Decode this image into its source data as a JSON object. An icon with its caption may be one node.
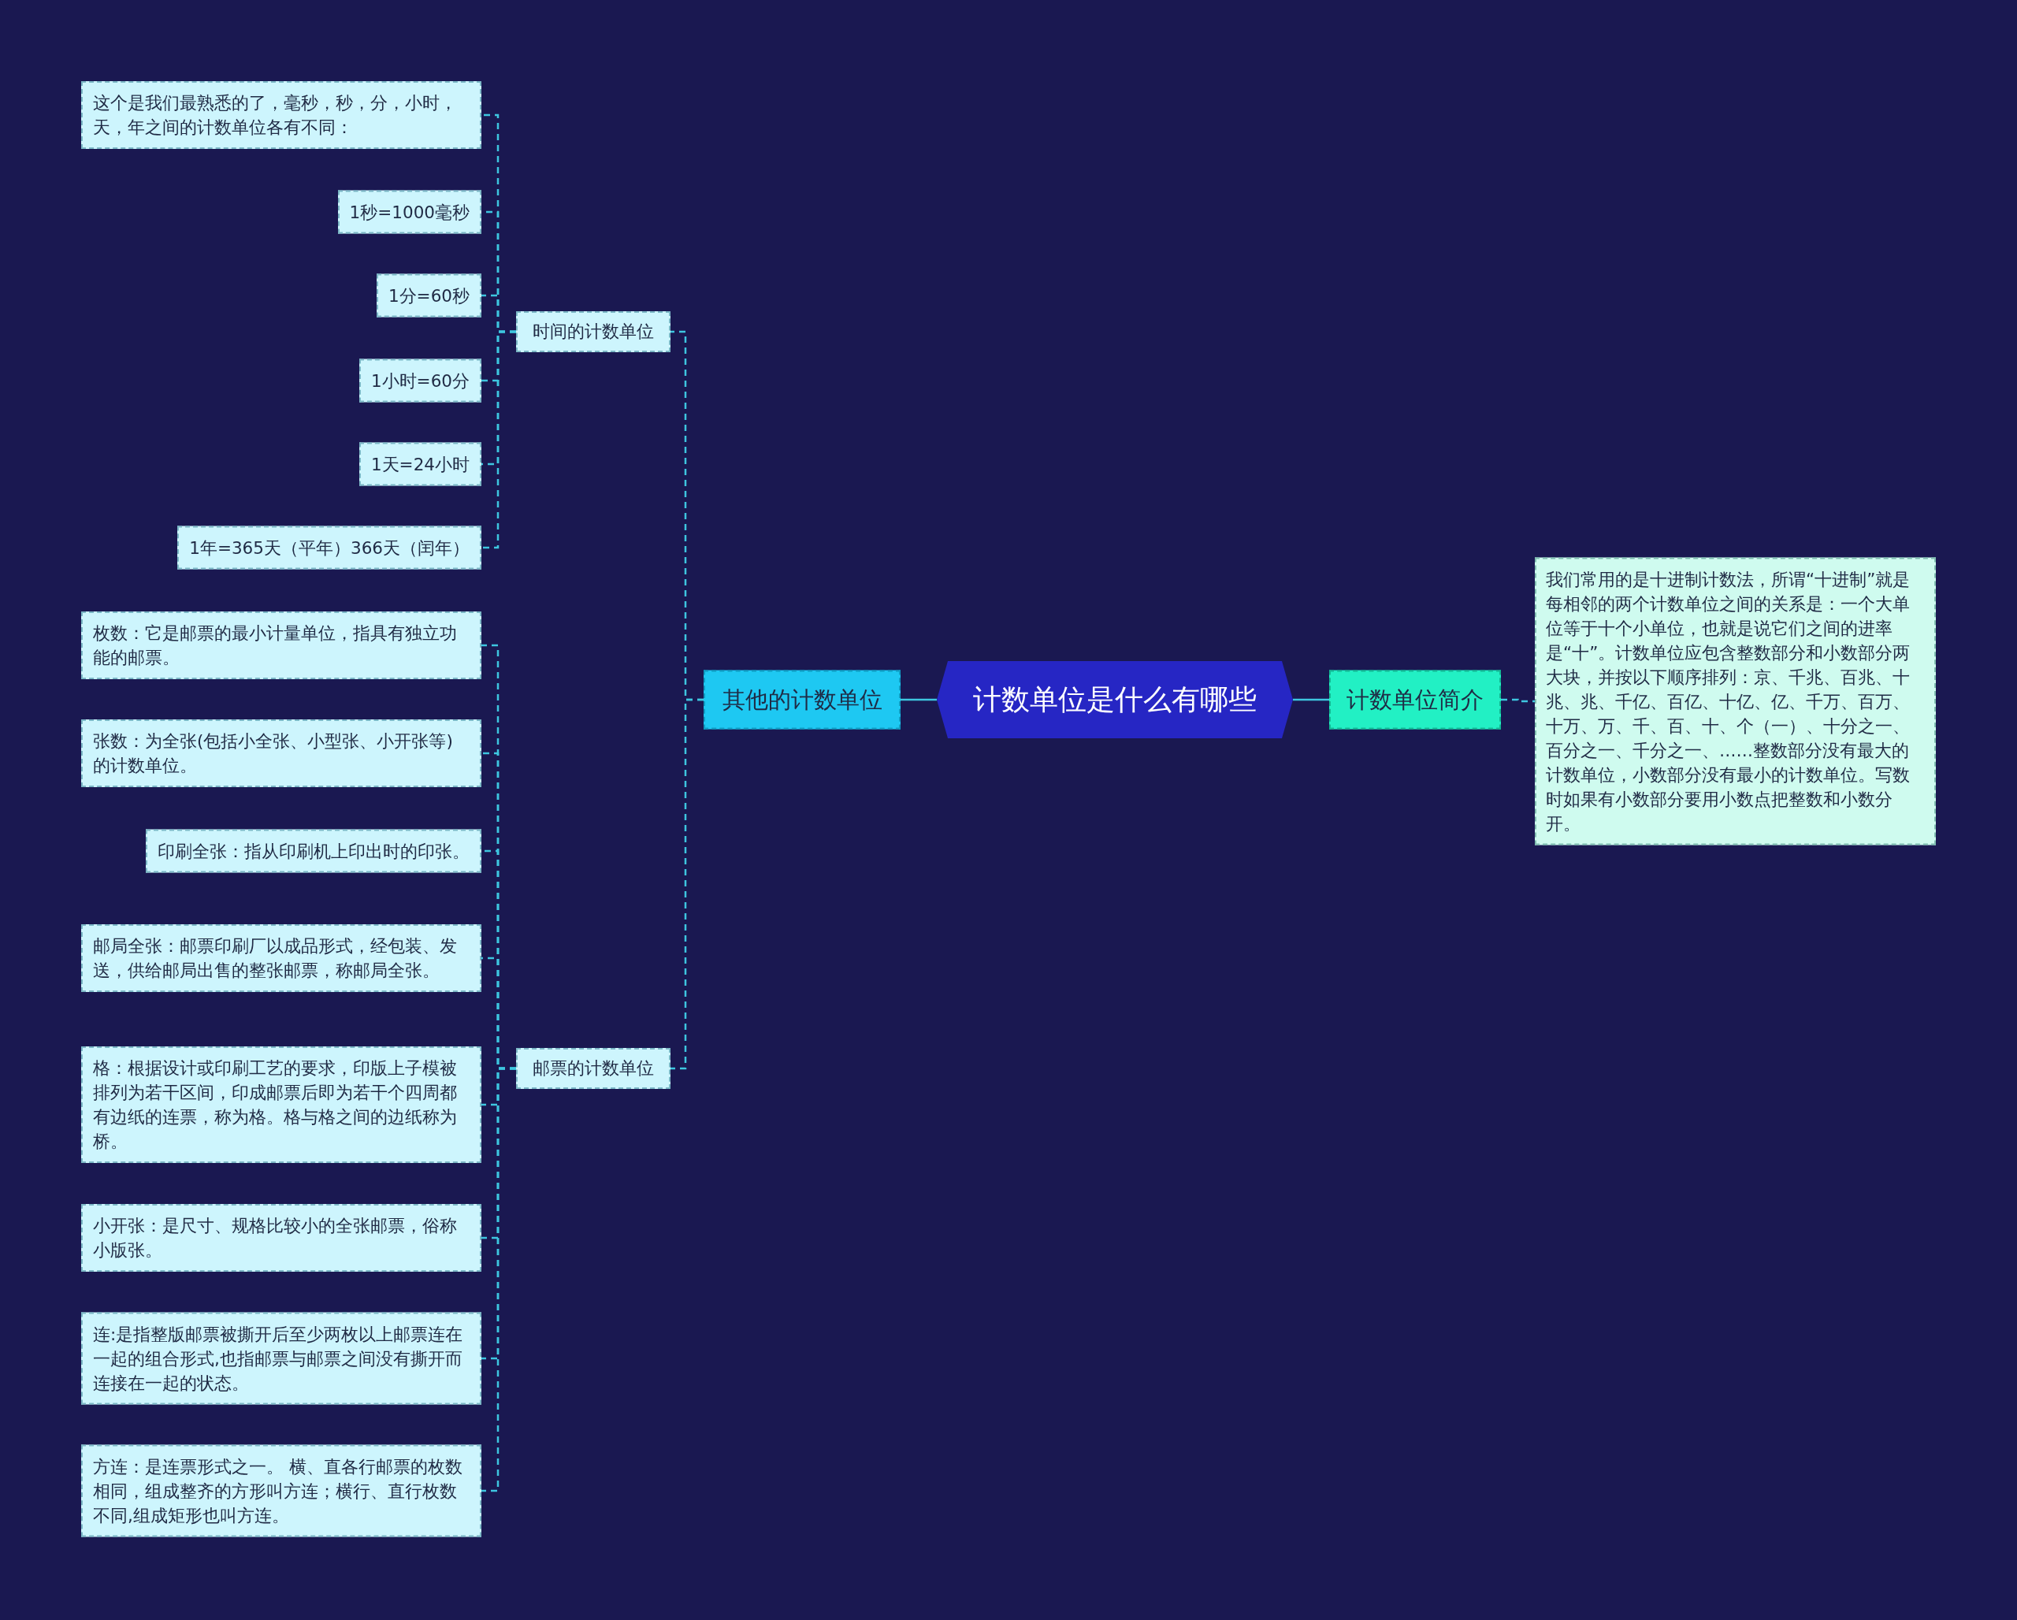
{
  "diagram": {
    "nodes": [
      {
        "text": [
          "计数单位是什么有哪些"
        ]
      },
      {
        "text": [
          "其他的计数单位"
        ]
      },
      {
        "text": [
          "计数单位简介"
        ]
      },
      {
        "text": [
          "我们常用的是十进制计数法，所谓“十进制”就是每相邻的两个计数单位之间的关系是：一个大单位等于十个小单位，也就是说它们之间的进率是“十”。计数单位应包含整数部分和小数部分两大块，并按以下顺序排列：京、千兆、百兆、十兆、兆、千亿、百亿、十亿、亿、千万、百万、十万、万、千、百、十、个（一）、十分之一、百分之一、千分之一、……整数部分没有最大的计数单位，小数部分没有最小的计数单位。写数时如果有小数部分要用小数点把整数和小数分开。"
        ]
      },
      {
        "text": [
          "时间的计数单位"
        ]
      },
      {
        "text": [
          "邮票的计数单位"
        ]
      },
      {
        "text": [
          "这个是我们最熟悉的了，毫秒，秒，分，小时，天，年之间的计数单位各有不同："
        ]
      },
      {
        "text": [
          "1秒=1000毫秒"
        ]
      },
      {
        "text": [
          "1分=60秒"
        ]
      },
      {
        "text": [
          "1小时=60分"
        ]
      },
      {
        "text": [
          "1天=24小时"
        ]
      },
      {
        "text": [
          "1年=365天（平年）366天（闰年）"
        ]
      },
      {
        "text": [
          "枚数：它是邮票的最小计量单位，指具有独立功能的邮票。"
        ]
      },
      {
        "text": [
          "张数：为全张(包括小全张、小型张、小开张等)的计数单位。"
        ]
      },
      {
        "text": [
          "印刷全张：指从印刷机上印出时的印张。"
        ]
      },
      {
        "text": [
          "邮局全张：邮票印刷厂以成品形式，经包装、发送，供给邮局出售的整张邮票，称邮局全张。"
        ]
      },
      {
        "text": [
          "格：根据设计或印刷工艺的要求，印版上子模被排列为若干区间，印成邮票后即为若干个四周都有边纸的连票，称为格。格与格之间的边纸称为桥。"
        ]
      },
      {
        "text": [
          "小开张：是尺寸、规格比较小的全张邮票，俗称小版张。"
        ]
      },
      {
        "text": [
          "连:是指整版邮票被撕开后至少两枚以上邮票连在一起的组合形式,也指邮票与邮票之间没有撕开而连接在一起的状态。"
        ]
      },
      {
        "text": [
          "方连：是连票形式之一。 横、直各行邮票的枚数相同，组成整齐的方形叫方连；横行、直行枚数不同,组成矩形也叫方连。"
        ]
      }
    ],
    "edges": [
      {
        "from": 0,
        "to": 1,
        "arrow": "none"
      },
      {
        "from": 0,
        "to": 2,
        "arrow": "none"
      },
      {
        "from": 2,
        "to": 3,
        "arrow": "none",
        "style": "dashed"
      },
      {
        "from": 1,
        "to": 4,
        "arrow": "none",
        "style": "dashed"
      },
      {
        "from": 1,
        "to": 5,
        "arrow": "none",
        "style": "dashed"
      },
      {
        "from": 4,
        "to": 6,
        "arrow": "none",
        "style": "dashed"
      },
      {
        "from": 4,
        "to": 7,
        "arrow": "none",
        "style": "dashed"
      },
      {
        "from": 4,
        "to": 8,
        "arrow": "none",
        "style": "dashed"
      },
      {
        "from": 4,
        "to": 9,
        "arrow": "none",
        "style": "dashed"
      },
      {
        "from": 4,
        "to": 10,
        "arrow": "none",
        "style": "dashed"
      },
      {
        "from": 4,
        "to": 11,
        "arrow": "none",
        "style": "dashed"
      },
      {
        "from": 5,
        "to": 12,
        "arrow": "none",
        "style": "dashed"
      },
      {
        "from": 5,
        "to": 13,
        "arrow": "none",
        "style": "dashed"
      },
      {
        "from": 5,
        "to": 14,
        "arrow": "none",
        "style": "dashed"
      },
      {
        "from": 5,
        "to": 15,
        "arrow": "none",
        "style": "dashed"
      },
      {
        "from": 5,
        "to": 16,
        "arrow": "none",
        "style": "dashed"
      },
      {
        "from": 5,
        "to": 17,
        "arrow": "none",
        "style": "dashed"
      },
      {
        "from": 5,
        "to": 18,
        "arrow": "none",
        "style": "dashed"
      },
      {
        "from": 5,
        "to": 19,
        "arrow": "none",
        "style": "dashed"
      }
    ]
  }
}
